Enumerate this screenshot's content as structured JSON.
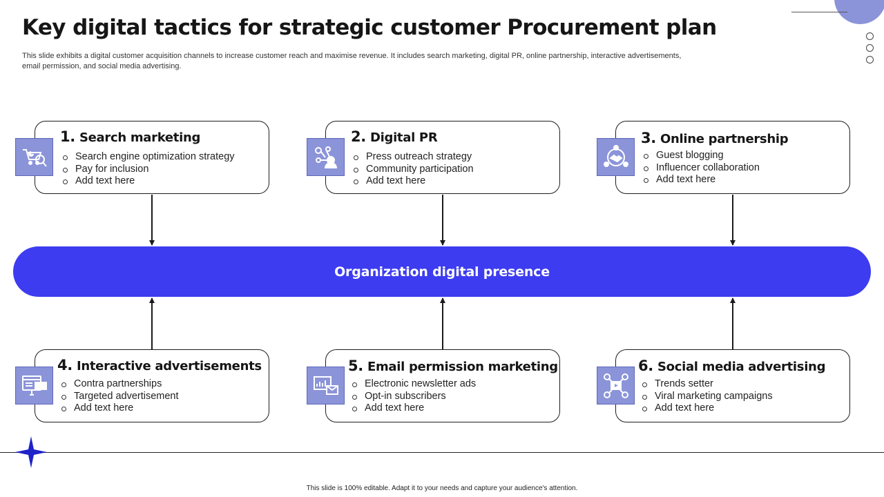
{
  "title": "Key digital tactics for strategic customer Procurement plan",
  "subtitle": "This slide exhibits a digital customer acquisition channels to increase customer reach and maximise revenue. It includes search marketing, digital PR, online partnership, interactive advertisements, email permission, and social media advertising.",
  "center": {
    "label": "Organization digital presence"
  },
  "tactics": [
    {
      "num": "1.",
      "title": "Search marketing",
      "icon": "shopping-cart-search-icon",
      "items": [
        "Search engine optimization strategy",
        "Pay for inclusion",
        "Add text here"
      ]
    },
    {
      "num": "2.",
      "title": "Digital PR",
      "icon": "pr-network-icon",
      "items": [
        "Press outreach strategy",
        "Community participation",
        "Add text here"
      ]
    },
    {
      "num": "3.",
      "title": "Online partnership",
      "icon": "handshake-icon",
      "items": [
        "Guest blogging",
        "Influencer collaboration",
        "Add text here"
      ]
    },
    {
      "num": "4.",
      "title": "Interactive advertisements",
      "icon": "ad-screen-icon",
      "items": [
        "Contra partnerships",
        "Targeted advertisement",
        "Add text here"
      ]
    },
    {
      "num": "5.",
      "title": "Email permission marketing",
      "icon": "email-marketing-icon",
      "items": [
        "Electronic newsletter ads",
        "Opt-in subscribers",
        "Add text here"
      ]
    },
    {
      "num": "6.",
      "title": "Social media advertising",
      "icon": "social-media-icon",
      "items": [
        "Trends setter",
        "Viral marketing campaigns",
        "Add text here"
      ]
    }
  ],
  "footer": "This slide is 100% editable. Adapt it to your needs and capture your audience's attention.",
  "colors": {
    "accent": "#3d3cf0",
    "icon_bg": "#8b94d9",
    "text": "#161616"
  }
}
